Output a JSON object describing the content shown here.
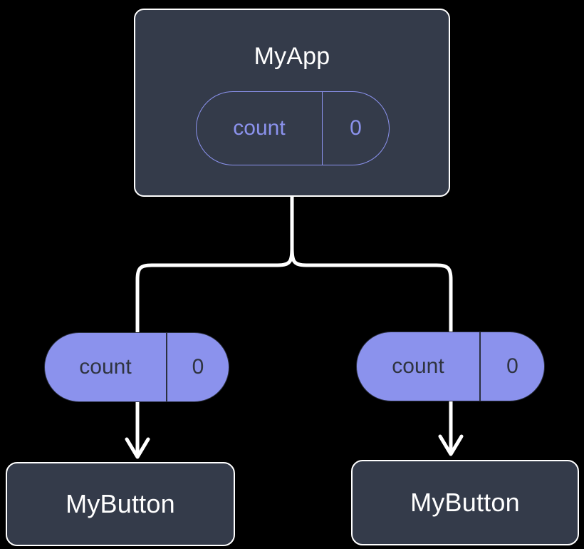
{
  "diagram": {
    "type": "component-state-tree",
    "background_color": "#000000",
    "node_fill_color": "#343b4a",
    "node_border_color": "#ffffff",
    "state_color": "#8b92ed",
    "state_text_color": "#2f3440",
    "connector_color": "#ffffff"
  },
  "root": {
    "title": "MyApp",
    "state": {
      "key": "count",
      "value": "0"
    }
  },
  "branches": [
    {
      "prop": {
        "key": "count",
        "value": "0"
      },
      "child": {
        "title": "MyButton"
      }
    },
    {
      "prop": {
        "key": "count",
        "value": "0"
      },
      "child": {
        "title": "MyButton"
      }
    }
  ],
  "connectors": {
    "fork_label": "parent-to-children-fork",
    "left_arrow_label": "prop-arrow-left",
    "right_arrow_label": "prop-arrow-right"
  }
}
